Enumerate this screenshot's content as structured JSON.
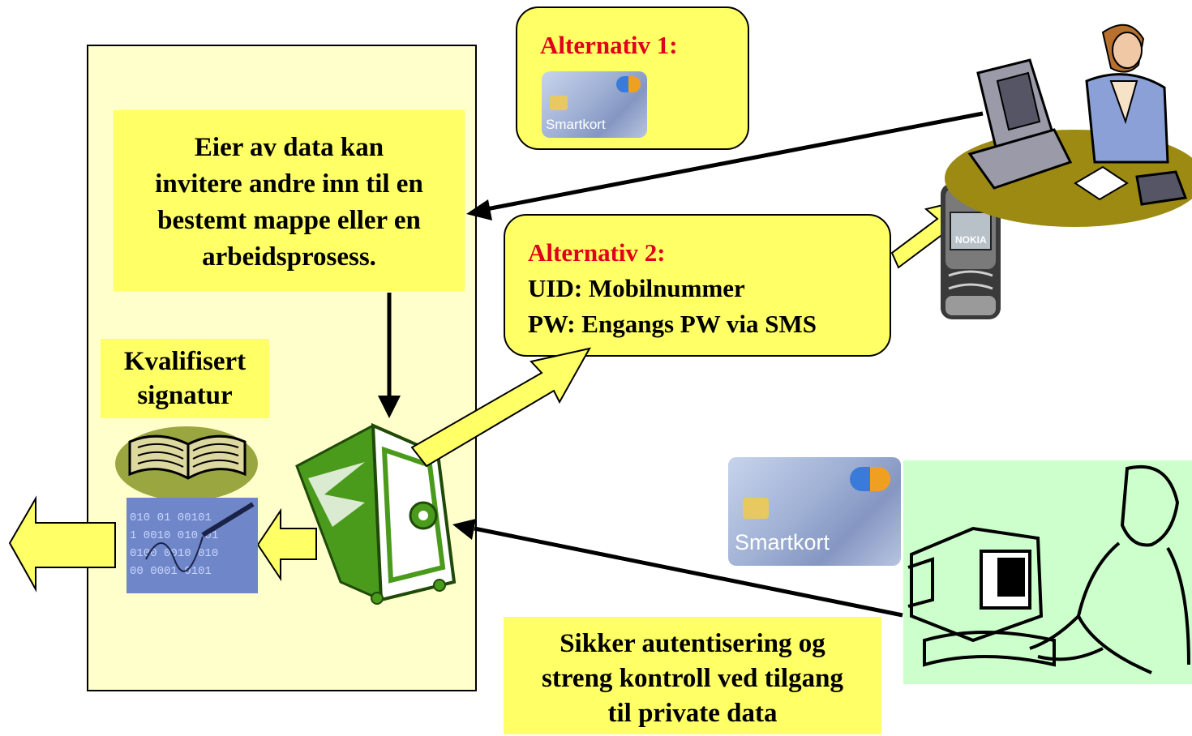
{
  "owner_box": {
    "lines": [
      "Eier av data kan",
      "invitere andre inn til en",
      "bestemt mappe eller en",
      "arbeidsprosess."
    ]
  },
  "signature_box": {
    "lines": [
      "Kvalifisert",
      "signatur"
    ]
  },
  "alternative_1": {
    "title": "Alternativ 1:",
    "card_label": "Smartkort"
  },
  "alternative_2": {
    "title": "Alternativ 2:",
    "uid_line": "UID: Mobilnummer",
    "pw_line": "PW: Engangs PW via SMS"
  },
  "auth_box": {
    "lines": [
      "Sikker autentisering og",
      "streng kontroll ved tilgang",
      "til private data"
    ]
  },
  "large_card": {
    "label": "Smartkort"
  },
  "colors": {
    "panel_fill": "#ffffcc",
    "box_fill": "#ffff66",
    "alt_title": "#e0001b",
    "safe_green": "#4a9a1c",
    "user_bg": "#ccffcc"
  },
  "icons": [
    "safe-icon",
    "book-icon",
    "signature-image",
    "smartcard-icon",
    "phone-icon",
    "office-worker-icon",
    "computer-user-icon"
  ]
}
